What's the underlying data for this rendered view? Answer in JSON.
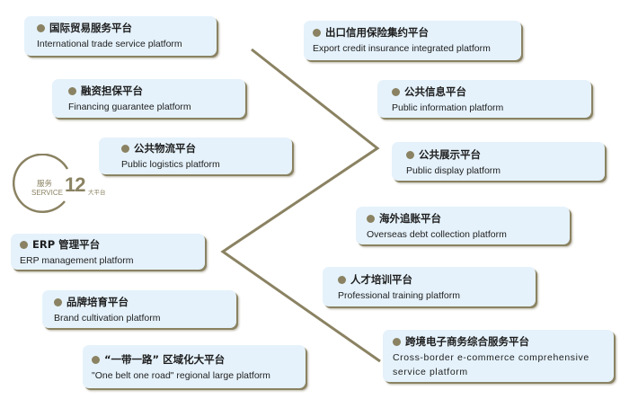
{
  "accent_color": "#8a8262",
  "box_color": "#e5f2fb",
  "badge": {
    "zh": "服务",
    "en": "SERVICE",
    "number": "12",
    "suffix": "大平台"
  },
  "platforms_left": [
    {
      "zh": "国际贸易服务平台",
      "en": "International trade service platform"
    },
    {
      "zh": "融资担保平台",
      "en": "Financing guarantee platform"
    },
    {
      "zh": "公共物流平台",
      "en": "Public logistics platform"
    },
    {
      "zh": "ERP 管理平台",
      "en": "ERP management platform"
    },
    {
      "zh": "品牌培育平台",
      "en": "Brand cultivation platform"
    },
    {
      "zh": "“一带一路” 区域化大平台",
      "en": "\"One belt one road\" regional large platform"
    }
  ],
  "platforms_right": [
    {
      "zh": "出口信用保险集约平台",
      "en": "Export credit insurance integrated platform"
    },
    {
      "zh": "公共信息平台",
      "en": "Public information platform"
    },
    {
      "zh": "公共展示平台",
      "en": "Public display platform"
    },
    {
      "zh": "海外追账平台",
      "en": "Overseas debt collection platform"
    },
    {
      "zh": "人才培训平台",
      "en": "Professional training platform"
    },
    {
      "zh": "跨境电子商务综合服务平台",
      "en": "Cross-border e-commerce comprehensive service platform"
    }
  ]
}
